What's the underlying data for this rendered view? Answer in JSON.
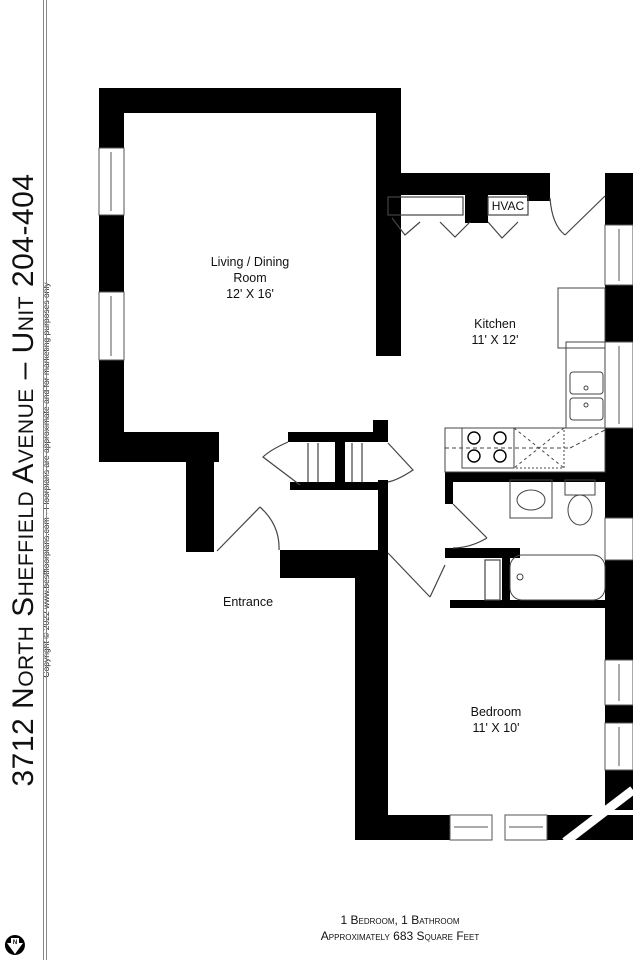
{
  "header": {
    "title": "3712 North Sheffield Avenue – Unit 204-404",
    "copyright": "Copyright © 2022  www.bestfloorplans.com - Floorplans are approximate and for marketing purposes only"
  },
  "rooms": [
    {
      "name": "Living / Dining",
      "name2": "Room",
      "size": "12' X 16'"
    },
    {
      "name": "Kitchen",
      "size": "11' X 12'"
    },
    {
      "name": "HVAC"
    },
    {
      "name": "Entrance"
    },
    {
      "name": "Bedroom",
      "size": "11' X 10'"
    }
  ],
  "footer": {
    "line1": "1 Bedroom, 1 Bathroom",
    "line2": "Approximately 683 Square Feet"
  },
  "compass": {
    "label": "N"
  },
  "colors": {
    "wall": "#000000",
    "background": "#ffffff",
    "fixture_line": "#555555"
  }
}
